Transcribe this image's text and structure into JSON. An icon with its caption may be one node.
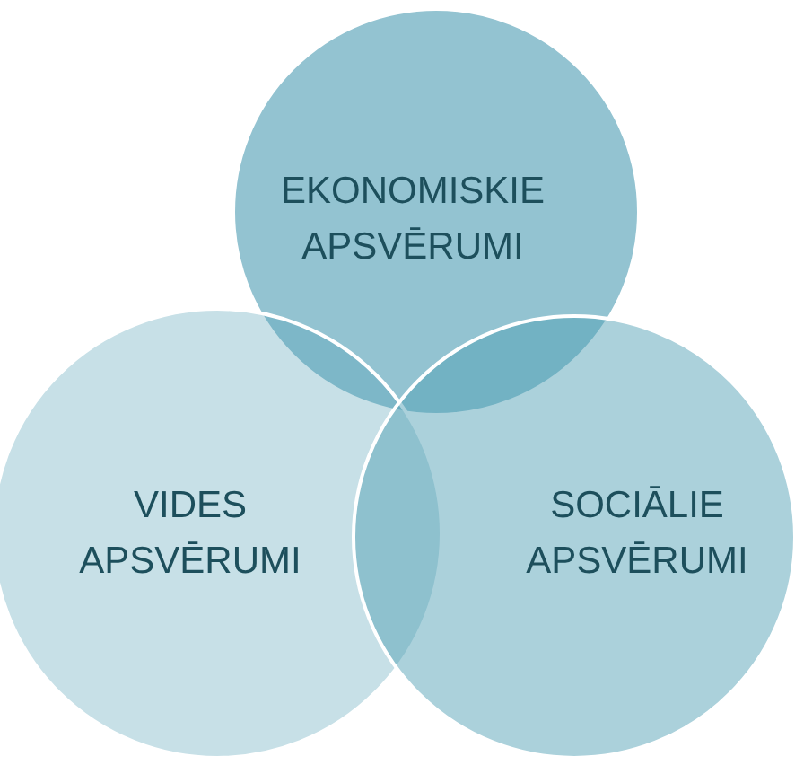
{
  "diagram": {
    "nodes": [
      {
        "text": [
          "EKONOMISKIE APSVĒRUMI"
        ]
      },
      {
        "text": [
          "VIDES APSVĒRUMI"
        ]
      },
      {
        "text": [
          "SOCIĀLIE APSVĒRUMI"
        ]
      }
    ]
  }
}
